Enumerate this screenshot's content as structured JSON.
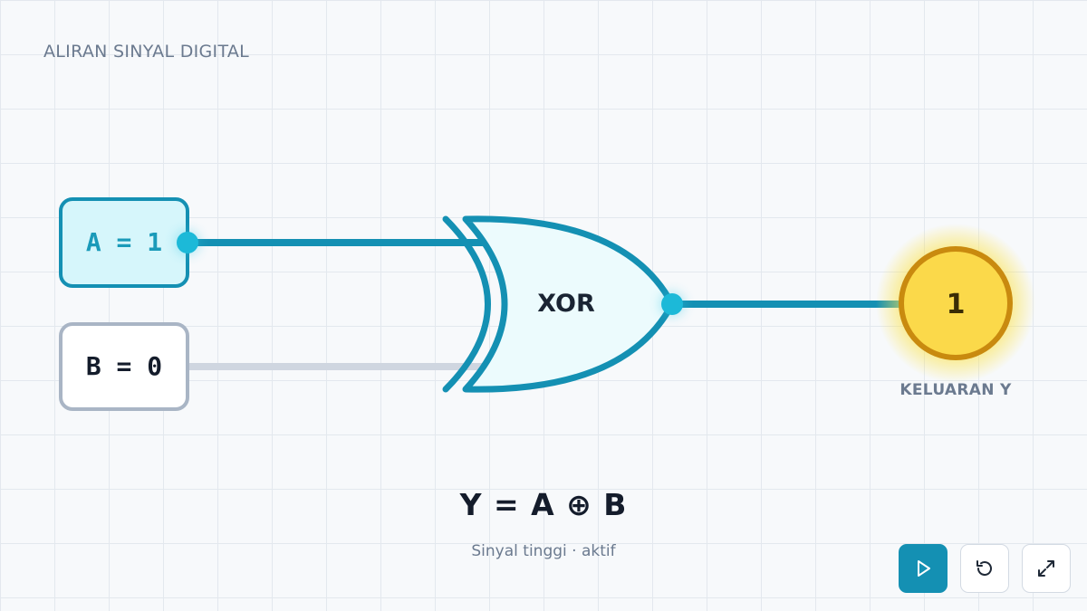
{
  "diagram": {
    "title": "ALIRAN SINYAL DIGITAL",
    "inputs": [
      {
        "label": "A = 1",
        "value": 1,
        "state": "high"
      },
      {
        "label": "B = 0",
        "value": 0,
        "state": "low"
      }
    ],
    "gate": {
      "label": "XOR"
    },
    "output": {
      "value": "1",
      "caption": "KELUARAN Y"
    },
    "equation": "Y = A ⊕ B",
    "status": "Sinyal tinggi · aktif"
  },
  "controls": {
    "play_icon": "play-icon",
    "reset_icon": "reset-icon",
    "expand_icon": "expand-icon"
  },
  "colors": {
    "active_wire": "#1490b3",
    "inactive_wire": "#cfd6e0",
    "active_fill": "#d6f6fb",
    "gate_fill": "#ecfbfd",
    "output_fill": "#fbd94a",
    "output_border": "#c98a0f"
  }
}
